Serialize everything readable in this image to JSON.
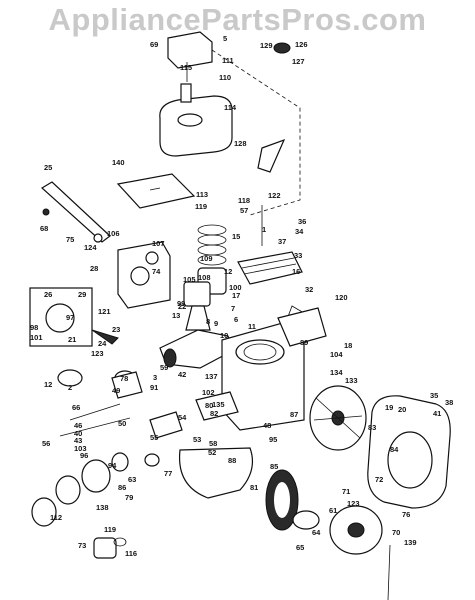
{
  "watermark": "AppliancePartsPros.com",
  "callouts": [
    "69",
    "5",
    "111",
    "115",
    "110",
    "114",
    "129",
    "126",
    "127",
    "128",
    "140",
    "25",
    "68",
    "75",
    "124",
    "113",
    "118",
    "57",
    "119",
    "15",
    "122",
    "36",
    "34",
    "37",
    "106",
    "107",
    "109",
    "108",
    "33",
    "28",
    "74",
    "105",
    "12",
    "16",
    "32",
    "120",
    "121",
    "24",
    "23",
    "26",
    "29",
    "97",
    "98",
    "101",
    "21",
    "99",
    "100",
    "17",
    "7",
    "6",
    "8",
    "9",
    "10",
    "22",
    "13",
    "11",
    "18",
    "123",
    "59",
    "104",
    "12",
    "2",
    "134",
    "133",
    "3",
    "42",
    "137",
    "102",
    "19",
    "20",
    "38",
    "41",
    "66",
    "78",
    "80",
    "82",
    "91",
    "49",
    "46",
    "40",
    "43",
    "103",
    "56",
    "55",
    "54",
    "53",
    "135",
    "50",
    "58",
    "52",
    "95",
    "87",
    "48",
    "96",
    "94",
    "63",
    "86",
    "79",
    "77",
    "138",
    "119",
    "116",
    "81",
    "85",
    "65",
    "64",
    "61",
    "123",
    "71",
    "76",
    "72",
    "139",
    "70",
    "112",
    "73",
    "83",
    "84",
    "88",
    "89",
    "1",
    "35",
    "66"
  ]
}
